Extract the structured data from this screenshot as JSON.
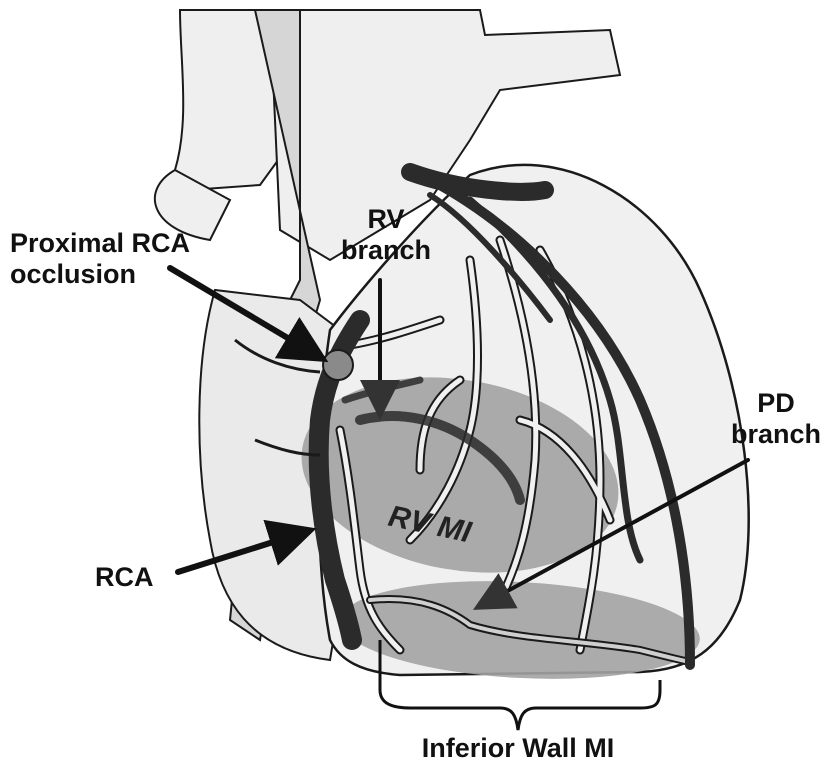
{
  "labels": {
    "proximal_rca_occlusion": [
      "Proximal RCA",
      "occlusion"
    ],
    "rv_branch": [
      "RV",
      "branch"
    ],
    "pd_branch": [
      "PD",
      "branch"
    ],
    "rca": "RCA",
    "rv_mi": "RV MI",
    "inferior_wall_mi": "Inferior Wall MI"
  },
  "colors": {
    "outline": "#1a1a1a",
    "heart_fill": "#eeeeee",
    "vessel_dark": "#2b2b2b",
    "infarct_zone": "#9d9d9d",
    "occlusion_marker": "#8a8a8a"
  }
}
